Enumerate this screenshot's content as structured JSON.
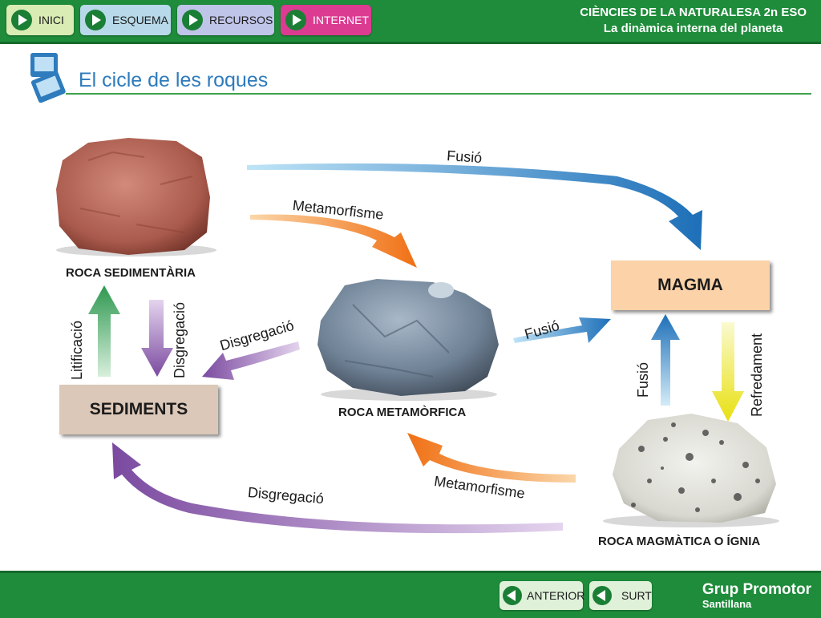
{
  "nav": {
    "inici": "INICI",
    "esquema": "ESQUEMA",
    "recursos": "RECURSOS",
    "internet": "INTERNET"
  },
  "course": {
    "subject": "CIÈNCIES DE LA NATURALESA 2n ESO",
    "unit": "La dinàmica interna del planeta"
  },
  "page": {
    "title": "El cicle de les roques"
  },
  "diagram": {
    "rocks": {
      "sedimentary": "ROCA SEDIMENTÀRIA",
      "metamorphic": "ROCA METAMÒRFICA",
      "igneous": "ROCA MAGMÀTICA O ÍGNIA"
    },
    "boxes": {
      "magma": "MAGMA",
      "sediments": "SEDIMENTS"
    },
    "processes": {
      "fusio_top": "Fusió",
      "metamorfisme_top": "Metamorfisme",
      "fusio_mid": "Fusió",
      "fusio_right": "Fusió",
      "refredament": "Refredament",
      "litificacio": "Litificació",
      "disgregacio_left": "Disgregació",
      "disgregacio_mid": "Disgregació",
      "metamorfisme_bottom": "Metamorfisme",
      "disgregacio_bottom": "Disgregació"
    },
    "colors": {
      "fusio": "#2a8fd0",
      "metamorfisme": "#f07a1a",
      "disgregacio": "#8a5aaa",
      "litificacio": "#3aa05a",
      "refredament": "#e8e020",
      "magma_box": "#fcd2a8",
      "sediments_box": "#dcc8b8"
    }
  },
  "footer": {
    "anterior": "ANTERIOR",
    "surt": "SURT",
    "brand": "Grup Promotor",
    "brand_sub": "Santillana"
  }
}
